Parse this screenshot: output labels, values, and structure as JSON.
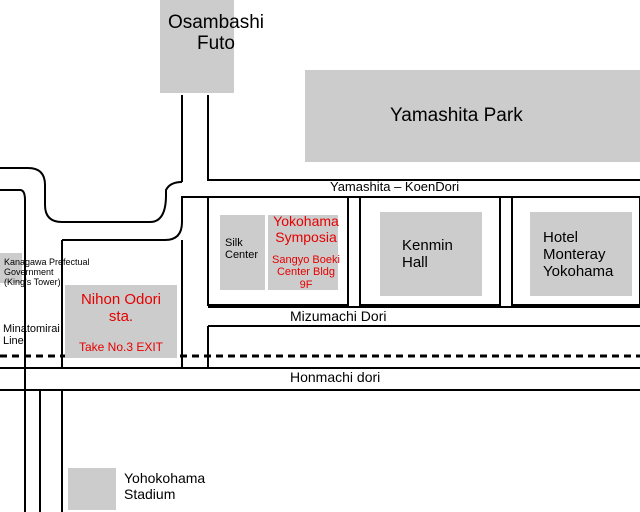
{
  "colors": {
    "block": "#cccccc",
    "road_outline": "#000000",
    "highlight_text": "#e60000",
    "background": "#ffffff"
  },
  "landmarks": {
    "osambashi": "Osambashi\nFuto",
    "yamashita_park": "Yamashita Park",
    "silk_center": "Silk\nCenter",
    "symposia_name": "Yokohama\nSymposia",
    "symposia_address": "Sangyo Boeki\nCenter Bldg\n9F",
    "kenmin_hall": "Kenmin\nHall",
    "hotel": "Hotel\nMonteray\nYokohama",
    "kanagawa": "Kanagawa Prefectual\nGovernment\n(King's Tower)",
    "station_name": "Nihon Odori\nsta.",
    "station_exit": "Take No.3 EXIT",
    "stadium": "Yohokohama\nStadium"
  },
  "streets": {
    "yamashita": "Yamashita – KoenDori",
    "mizumachi": "Mizumachi Dori",
    "honmachi": "Honmachi dori",
    "minatomirai": "Minatomirai\nLine"
  }
}
